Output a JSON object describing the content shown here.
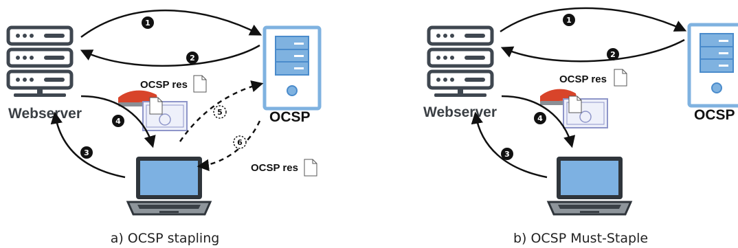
{
  "panel_a": {
    "webserver_label": "Webserver",
    "ocsp_label": "OCSP",
    "response_label_top": "OCSP res",
    "response_label_bottom": "OCSP res",
    "steps": [
      "1",
      "2",
      "3",
      "4",
      "5",
      "6"
    ],
    "caption": "a) OCSP stapling"
  },
  "panel_b": {
    "webserver_label": "Webserver",
    "ocsp_label": "OCSP",
    "response_label": "OCSP res",
    "steps": [
      "1",
      "2",
      "3",
      "4"
    ],
    "caption": "b) OCSP Must-Staple"
  },
  "colors": {
    "server_dark": "#3f4750",
    "ocsp_blue": "#7fb2e0",
    "ocsp_blue_dark": "#4a8bcb",
    "laptop_screen": "#7db1e2",
    "stapler_red": "#d8442a",
    "certificate": "#8e95c9"
  }
}
